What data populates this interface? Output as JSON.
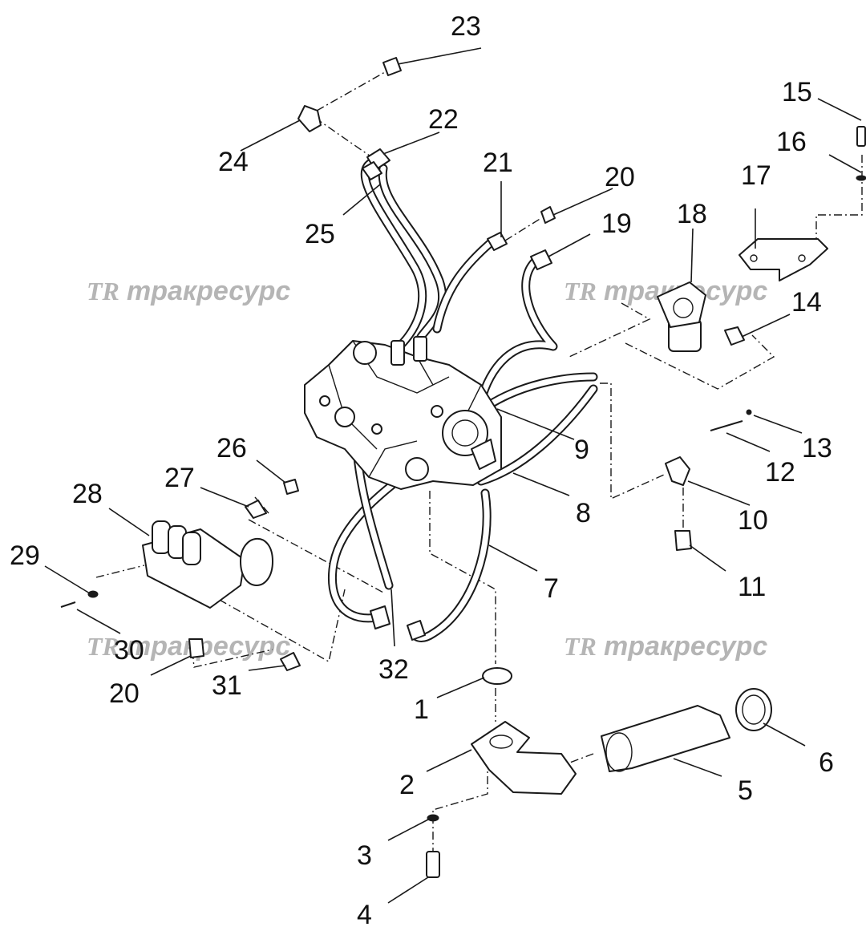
{
  "watermark": {
    "logo": "TR",
    "text": "тракресурс"
  },
  "callouts": [
    {
      "id": "c1",
      "label": "1"
    },
    {
      "id": "c2",
      "label": "2"
    },
    {
      "id": "c3",
      "label": "3"
    },
    {
      "id": "c4",
      "label": "4"
    },
    {
      "id": "c5",
      "label": "5"
    },
    {
      "id": "c6",
      "label": "6"
    },
    {
      "id": "c7",
      "label": "7"
    },
    {
      "id": "c8",
      "label": "8"
    },
    {
      "id": "c9",
      "label": "9"
    },
    {
      "id": "c10",
      "label": "10"
    },
    {
      "id": "c11",
      "label": "11"
    },
    {
      "id": "c12",
      "label": "12"
    },
    {
      "id": "c13",
      "label": "13"
    },
    {
      "id": "c14",
      "label": "14"
    },
    {
      "id": "c15",
      "label": "15"
    },
    {
      "id": "c16",
      "label": "16"
    },
    {
      "id": "c17",
      "label": "17"
    },
    {
      "id": "c18",
      "label": "18"
    },
    {
      "id": "c19",
      "label": "19"
    },
    {
      "id": "c20a",
      "label": "20"
    },
    {
      "id": "c20b",
      "label": "20"
    },
    {
      "id": "c21",
      "label": "21"
    },
    {
      "id": "c22",
      "label": "22"
    },
    {
      "id": "c23",
      "label": "23"
    },
    {
      "id": "c24",
      "label": "24"
    },
    {
      "id": "c25",
      "label": "25"
    },
    {
      "id": "c26",
      "label": "26"
    },
    {
      "id": "c27",
      "label": "27"
    },
    {
      "id": "c28",
      "label": "28"
    },
    {
      "id": "c29",
      "label": "29"
    },
    {
      "id": "c30",
      "label": "30"
    },
    {
      "id": "c31",
      "label": "31"
    },
    {
      "id": "c32",
      "label": "32"
    }
  ]
}
